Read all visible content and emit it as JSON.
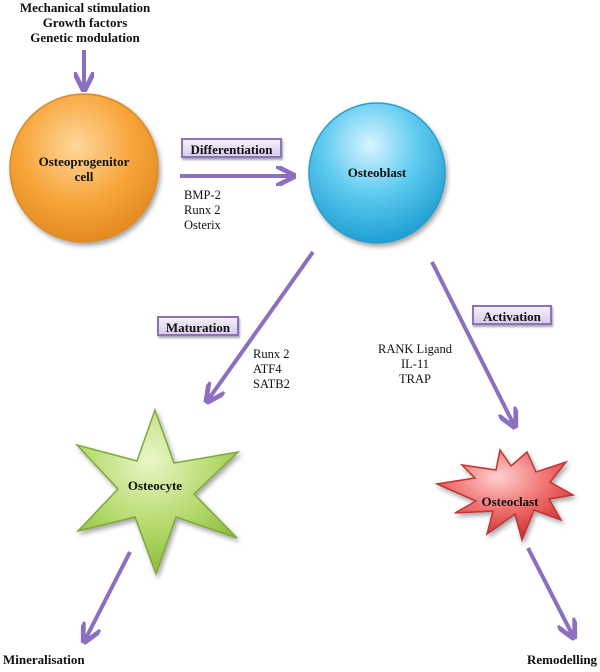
{
  "stimuli": [
    "Mechanical stimulation",
    "Growth factors",
    "Genetic modulation"
  ],
  "nodes": {
    "osteoprogenitor": [
      "Osteoprogenitor",
      "cell"
    ],
    "osteoblast": "Osteoblast",
    "osteocyte": "Osteocyte",
    "osteoclast": "Osteoclast"
  },
  "processes": {
    "differentiation": "Differentiation",
    "maturation": "Maturation",
    "activation": "Activation"
  },
  "factors": {
    "differentiation": [
      "BMP-2",
      "Runx 2",
      "Osterix"
    ],
    "maturation": [
      "Runx 2",
      "ATF4",
      "SATB2"
    ],
    "activation": [
      "RANK Ligand",
      "IL-11",
      "TRAP"
    ]
  },
  "outcomes": {
    "mineralisation": "Mineralisation",
    "remodelling": "Remodelling"
  },
  "colors": {
    "arrow": "#8c6fbf",
    "progenitor": "#f5a032",
    "osteoblast": "#33b9e6",
    "osteocyte": "#a8cf55",
    "osteoclast": "#e34a4a"
  }
}
